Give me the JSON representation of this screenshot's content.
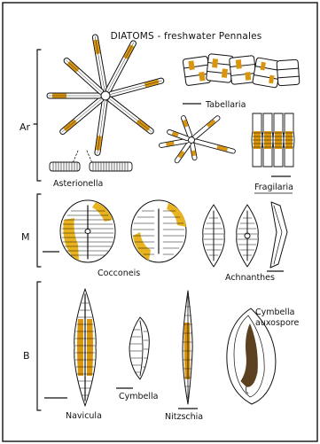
{
  "title": "DIATOMS - freshwater Pennales",
  "groups": {
    "a": "Ar",
    "m": "M",
    "b": "B"
  },
  "labels": {
    "asterionella": "Asterionella",
    "tabellaria": "Tabellaria",
    "fragilaria": "Fragilaria",
    "cocconeis": "Cocconeis",
    "achnanthes": "Achnanthes",
    "navicula": "Navicula",
    "cymbella": "Cymbella",
    "nitzschia": "Nitzschia",
    "cymbella_auxospore_1": "Cymbella",
    "cymbella_auxospore_2": "auxospore"
  },
  "colors": {
    "ink": "#111111",
    "chloroplast": "#d9950e",
    "auxospore_fill": "#5b4120",
    "paper": "#ffffff"
  }
}
